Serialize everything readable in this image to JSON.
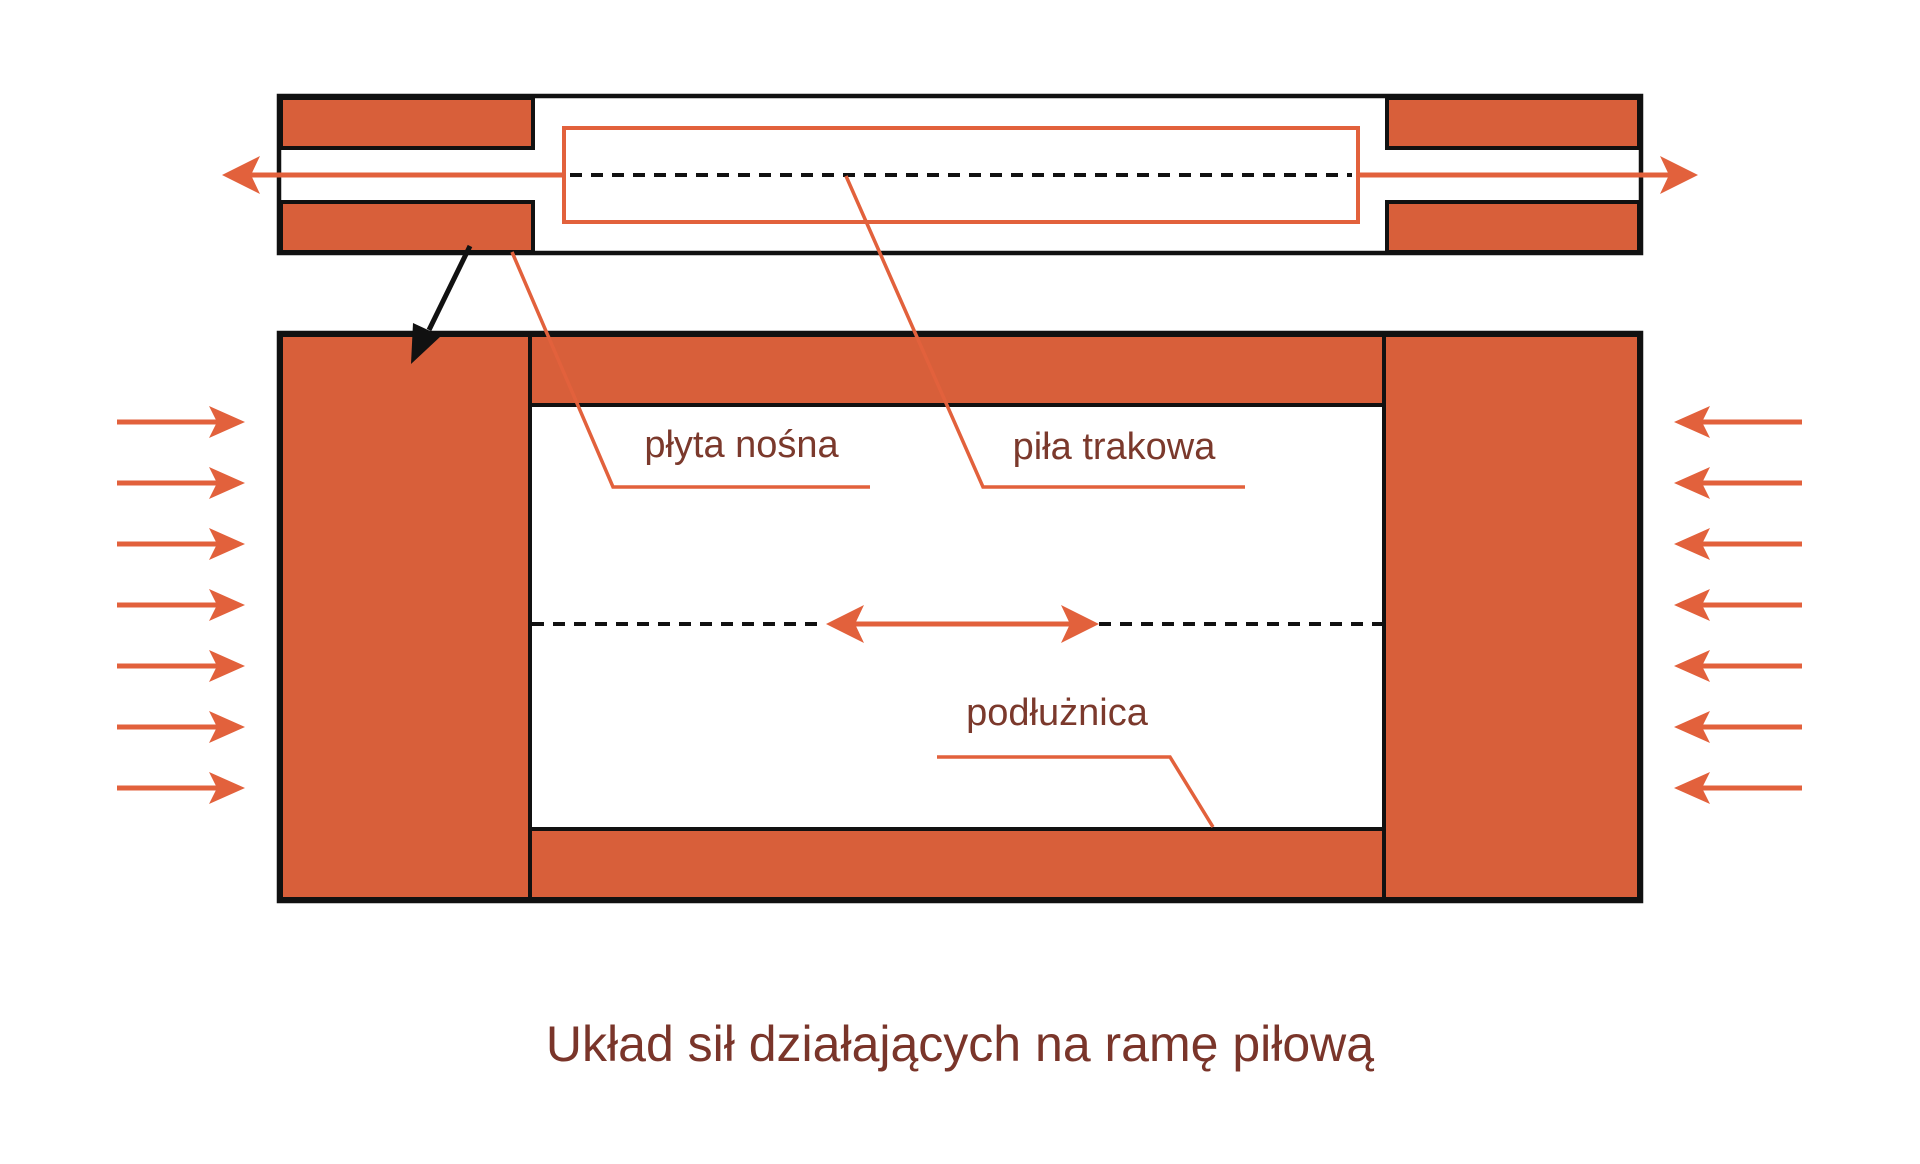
{
  "title": {
    "text": "Układ sił działających na ramę piłową"
  },
  "labels": {
    "plyta_nosna": "płyta nośna",
    "pila_trakowa": "piła trakowa",
    "podluznica": "podłużnica"
  },
  "colors": {
    "part_fill": "#D85F3A",
    "arrow": "#E2613C",
    "outline": "#111111",
    "label_text": "#7B392C",
    "title_text": "#7A352A",
    "background": "#FFFFFF"
  },
  "forces": {
    "left_arrow_count": 7,
    "right_arrow_count": 7,
    "left_direction": "right",
    "right_direction": "left",
    "top_tension_directions": "outward-left-and-right",
    "middle_arrow": "double-headed-horizontal"
  }
}
